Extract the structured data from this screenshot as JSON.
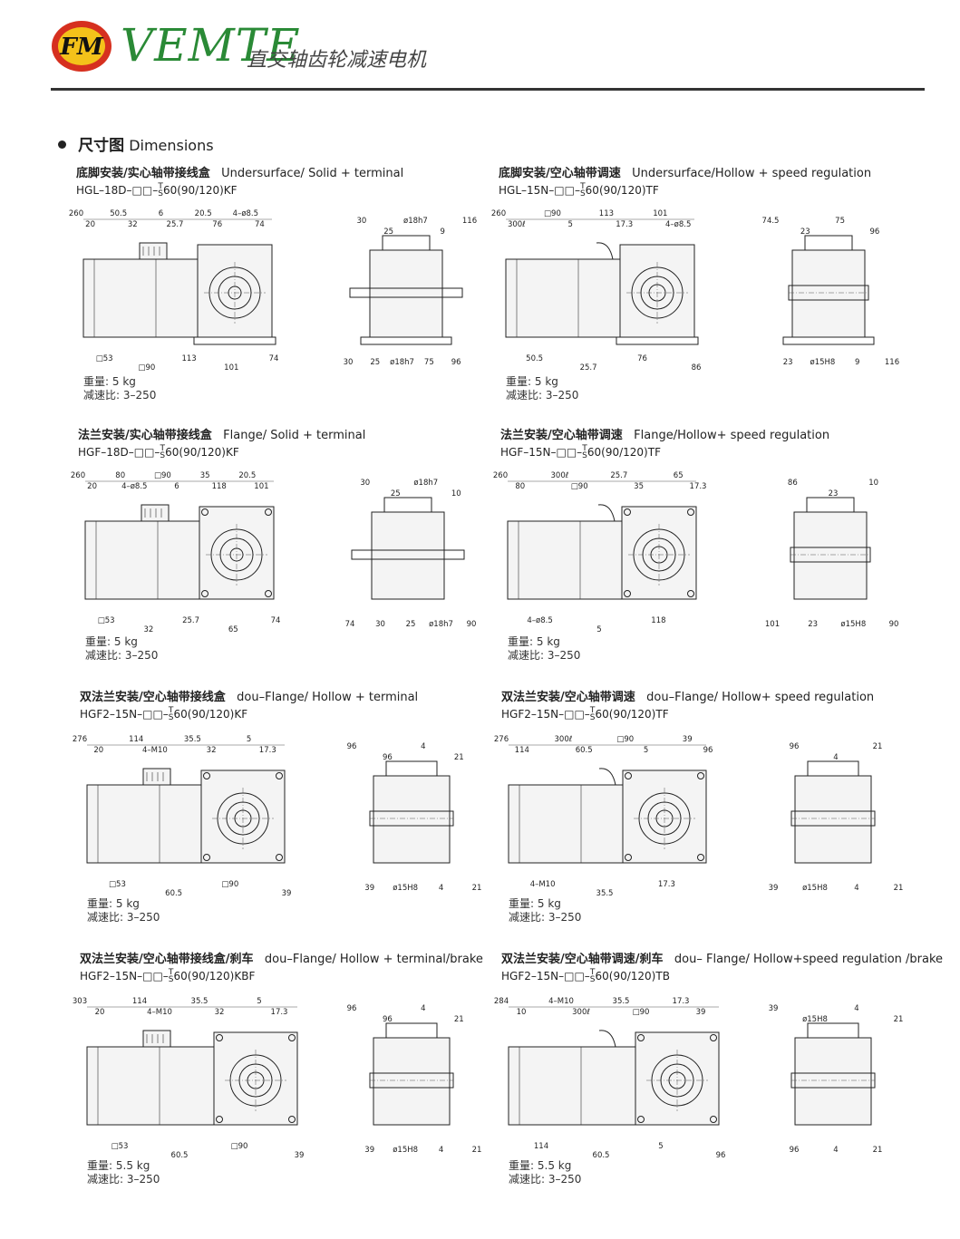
{
  "header": {
    "logo_text": "FM",
    "brand": "VEMTE",
    "tagline": "直交轴齿轮减速电机"
  },
  "section": {
    "title_cn": "尺寸图",
    "title_en": "Dimensions"
  },
  "cells": [
    {
      "title_cn": "底脚安装/实心轴带接线盒",
      "title_en": "Undersurface/ Solid + terminal",
      "model_a": "HGL–18D–",
      "model_b": "60(90/120)KF",
      "weight_label": "重量:",
      "weight": "5 kg",
      "ratio_label": "减速比:",
      "ratio": "3–250",
      "dims": [
        "260",
        "20",
        "□53",
        "50.5",
        "32",
        "□90",
        "6",
        "25.7",
        "113",
        "20.5",
        "76",
        "101",
        "4–ø8.5",
        "74",
        "74",
        "30",
        "30",
        "25",
        "25",
        "ø18h7",
        "ø18h7",
        "75",
        "9",
        "96",
        "116"
      ]
    },
    {
      "title_cn": "底脚安装/空心轴带调速",
      "title_en": "Undersurface/Hollow + speed regulation",
      "model_a": "HGL–15N–",
      "model_b": "60(90/120)TF",
      "weight_label": "重量:",
      "weight": "5 kg",
      "ratio_label": "减速比:",
      "ratio": "3–250",
      "dims": [
        "260",
        "300ℓ",
        "50.5",
        "□90",
        "5",
        "25.7",
        "113",
        "17.3",
        "76",
        "101",
        "4–ø8.5",
        "86",
        "74.5",
        "23",
        "23",
        "ø15H8",
        "75",
        "9",
        "96",
        "116"
      ]
    },
    {
      "title_cn": "法兰安装/实心轴带接线盒",
      "title_en": "Flange/ Solid + terminal",
      "model_a": "HGF–18D–",
      "model_b": "60(90/120)KF",
      "weight_label": "重量:",
      "weight": "5 kg",
      "ratio_label": "减速比:",
      "ratio": "3–250",
      "dims": [
        "260",
        "20",
        "□53",
        "80",
        "4–ø8.5",
        "32",
        "□90",
        "6",
        "25.7",
        "35",
        "118",
        "65",
        "20.5",
        "101",
        "74",
        "74",
        "30",
        "30",
        "25",
        "25",
        "ø18h7",
        "ø18h7",
        "10",
        "90"
      ]
    },
    {
      "title_cn": "法兰安装/空心轴带调速",
      "title_en": "Flange/Hollow+ speed regulation",
      "model_a": "HGF–15N–",
      "model_b": "60(90/120)TF",
      "weight_label": "重量:",
      "weight": "5 kg",
      "ratio_label": "减速比:",
      "ratio": "3–250",
      "dims": [
        "260",
        "80",
        "4–ø8.5",
        "300ℓ",
        "□90",
        "5",
        "25.7",
        "35",
        "118",
        "65",
        "17.3",
        "101",
        "86",
        "23",
        "23",
        "ø15H8",
        "10",
        "90"
      ]
    },
    {
      "title_cn": "双法兰安装/空心轴带接线盒",
      "title_en": "dou–Flange/ Hollow + terminal",
      "model_a": "HGF2–15N–",
      "model_b": "60(90/120)KF",
      "weight_label": "重量:",
      "weight": "5 kg",
      "ratio_label": "减速比:",
      "ratio": "3–250",
      "dims": [
        "276",
        "20",
        "□53",
        "114",
        "4–M10",
        "60.5",
        "35.5",
        "32",
        "□90",
        "5",
        "17.3",
        "39",
        "96",
        "39",
        "96",
        "ø15H8",
        "4",
        "4",
        "21",
        "21"
      ]
    },
    {
      "title_cn": "双法兰安装/空心轴带调速",
      "title_en": "dou–Flange/ Hollow+ speed regulation",
      "model_a": "HGF2–15N–",
      "model_b": "60(90/120)TF",
      "weight_label": "重量:",
      "weight": "5 kg",
      "ratio_label": "减速比:",
      "ratio": "3–250",
      "dims": [
        "276",
        "114",
        "4–M10",
        "300ℓ",
        "60.5",
        "35.5",
        "□90",
        "5",
        "17.3",
        "39",
        "96",
        "39",
        "96",
        "ø15H8",
        "4",
        "4",
        "21",
        "21"
      ]
    },
    {
      "title_cn": "双法兰安装/空心轴带接线盒/刹车",
      "title_en": "dou–Flange/ Hollow + terminal/brake",
      "model_a": "HGF2–15N–",
      "model_b": "60(90/120)KBF",
      "weight_label": "重量:",
      "weight": "5.5 kg",
      "ratio_label": "减速比:",
      "ratio": "3–250",
      "dims": [
        "303",
        "20",
        "□53",
        "114",
        "4–M10",
        "60.5",
        "35.5",
        "32",
        "□90",
        "5",
        "17.3",
        "39",
        "96",
        "39",
        "96",
        "ø15H8",
        "4",
        "4",
        "21",
        "21"
      ]
    },
    {
      "title_cn": "双法兰安装/空心轴带调速/刹车",
      "title_en": "dou– Flange/ Hollow+speed regulation /brake",
      "model_a": "HGF2–15N–",
      "model_b": "60(90/120)TB",
      "weight_label": "重量:",
      "weight": "5.5 kg",
      "ratio_label": "减速比:",
      "ratio": "3–250",
      "dims": [
        "284",
        "10",
        "114",
        "4–M10",
        "300ℓ",
        "60.5",
        "35.5",
        "□90",
        "5",
        "17.3",
        "39",
        "96",
        "39",
        "96",
        "ø15H8",
        "4",
        "4",
        "21",
        "21"
      ]
    }
  ],
  "model_symbols": {
    "box": "□□",
    "top": "T",
    "bottom": "S",
    "dash": "–"
  }
}
